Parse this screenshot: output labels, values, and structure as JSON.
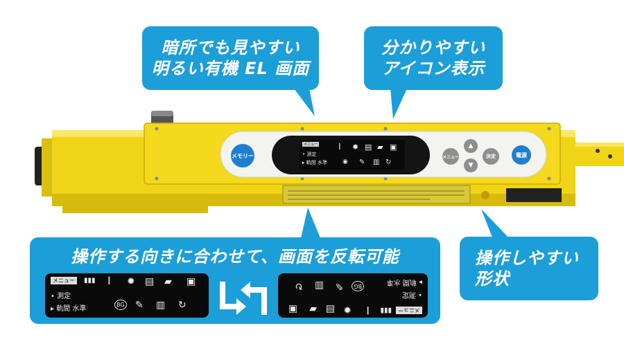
{
  "callouts": {
    "oled": {
      "line1": "暗所でも見やすい",
      "line2": "明るい有機 EL 画面"
    },
    "icons": {
      "line1": "分かりやすい",
      "line2": "アイコン表示"
    },
    "rotate": {
      "title": "操作する向きに合わせて、画面を反転可能"
    },
    "shape": {
      "line1": "操作しやすい",
      "line2": "形状"
    }
  },
  "device": {
    "memory_button": "メモリー",
    "menu_button": "メニュー",
    "enter_button": "決定",
    "power_button": "電源",
    "screen": {
      "menu_tag": "メニュー",
      "mode_label": "• 測定",
      "mode_sub": "▸ 軌間 水準",
      "bg_badge": "BG"
    }
  },
  "colors": {
    "callout": "#1c9ed8",
    "device_body": "#f2d21a",
    "screen": "#0a0a0a"
  }
}
